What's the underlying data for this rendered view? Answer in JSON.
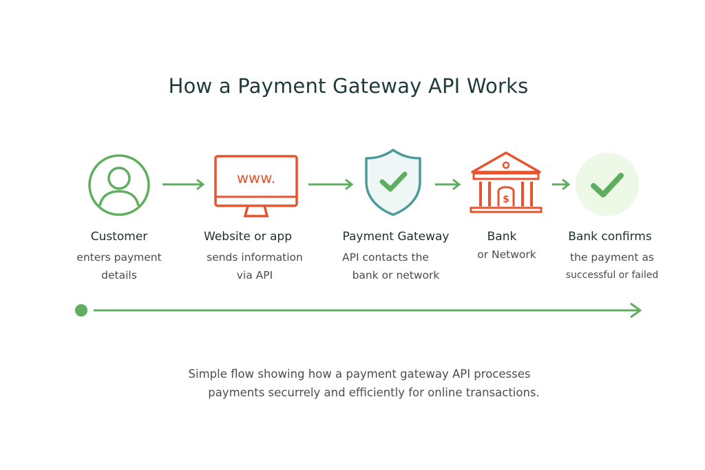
{
  "title": "How a Payment Gateway API Works",
  "steps": [
    {
      "head": "Customer",
      "desc": [
        "enters payment",
        "details"
      ],
      "icon": "user-icon"
    },
    {
      "head": "Website or app",
      "desc": [
        "sends information",
        "via API"
      ],
      "icon": "monitor-www-icon",
      "screen_text": "www."
    },
    {
      "head": "Payment Gateway",
      "desc": [
        "API contacts the",
        "bank or network"
      ],
      "icon": "shield-check-icon"
    },
    {
      "head": "Bank",
      "desc": [
        "or Network"
      ],
      "icon": "bank-icon"
    },
    {
      "head": "Bank confirms",
      "desc": [
        "the payment as",
        "successful or failed"
      ],
      "icon": "check-circle-icon"
    }
  ],
  "caption": {
    "line1": "Simple flow showing how a payment gateway API processes",
    "line2": "payments securrely and efficiently for online transactions."
  },
  "colors": {
    "green": "#5fae5f",
    "orange": "#e8532f",
    "teal": "#4a9a9a",
    "light_green": "#eef8e6"
  }
}
